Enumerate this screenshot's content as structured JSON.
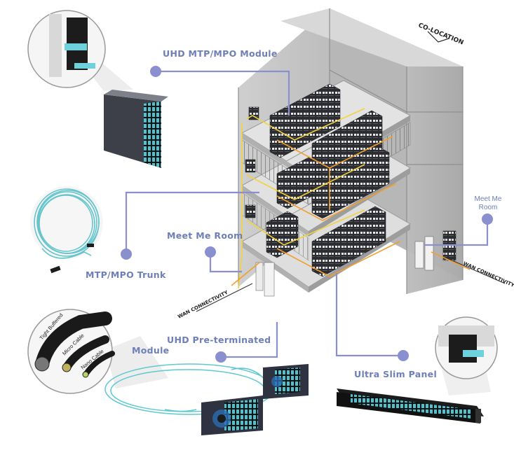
{
  "labels": {
    "uhd_module": "UHD MTP/MPO Module",
    "mtp_trunk": "MTP/MPO Trunk",
    "meet_me_room": "Meet Me Room",
    "uhd_preterm_line1": "UHD Pre-terminated",
    "uhd_preterm_line2": "Module",
    "ultra_slim_panel": "Ultra Slim Panel",
    "meet_me_room_right_line1": "Meet Me",
    "meet_me_room_right_line2": "Room"
  },
  "building": {
    "colocation": "CO-LOCATION",
    "wan_left": "WAN CONNECTIVITY",
    "wan_right": "WAN CONNECTIVITY"
  },
  "cables": {
    "tight_buffered": "Tight Buffered",
    "micro_cable": "Micro Cable",
    "nano_cable": "Nano Cable"
  },
  "colors": {
    "label": "#6e7fb8",
    "connector_line": "#8a8fd0",
    "fiber_aqua": "#5fc9cf",
    "orange_cable": "#f0a030",
    "yellow_cable": "#f3d23e",
    "building_wall": "#c9c9c9"
  }
}
